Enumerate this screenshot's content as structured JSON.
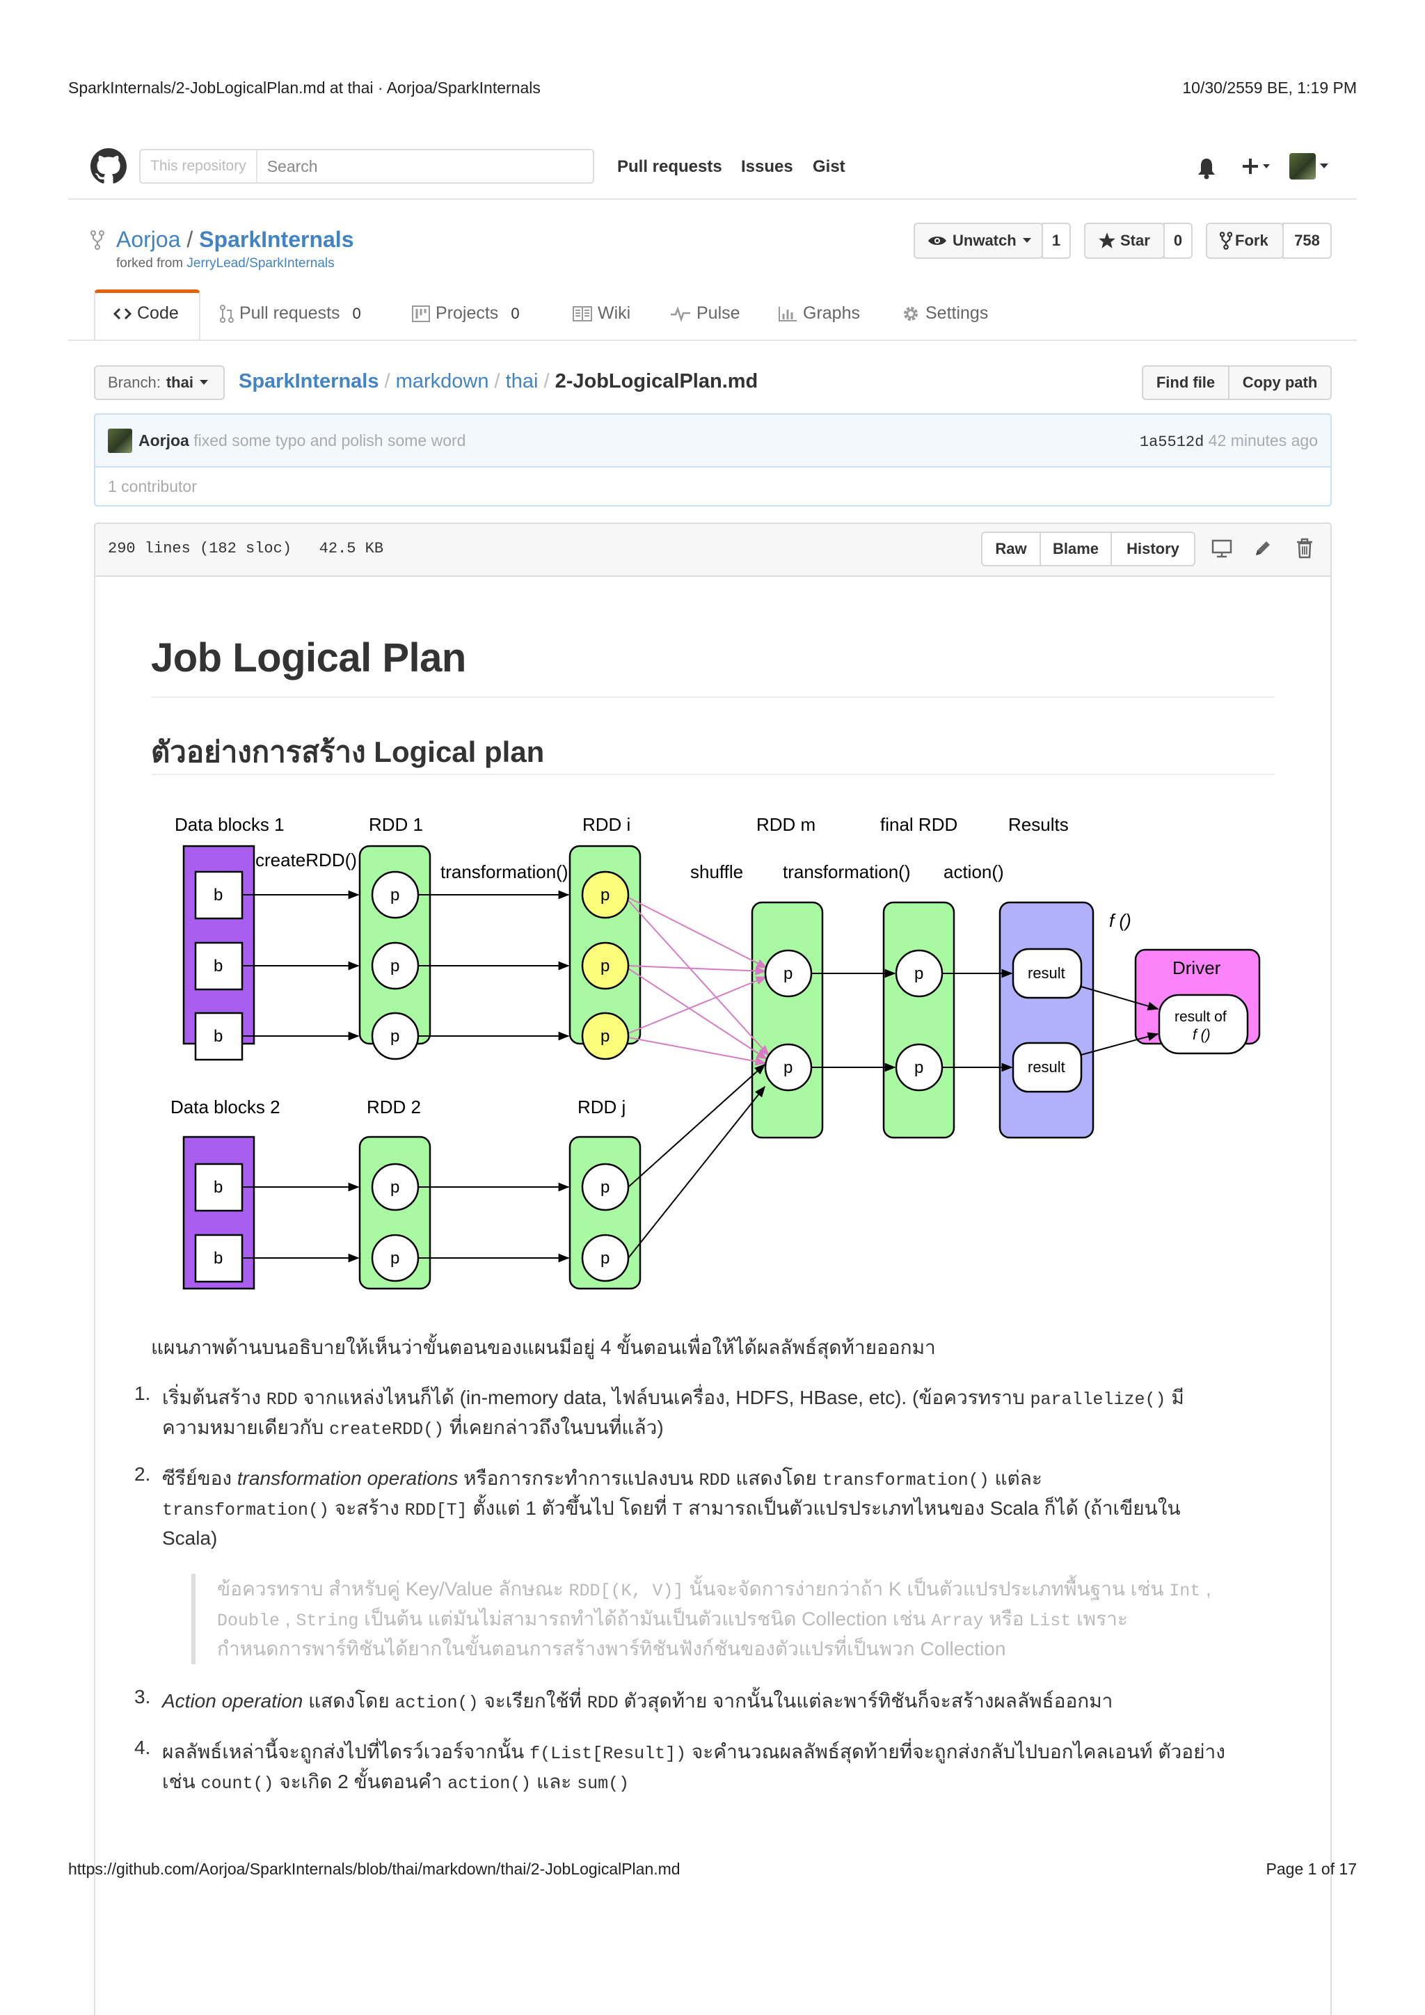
{
  "print_header": {
    "title": "SparkInternals/2-JobLogicalPlan.md at thai · Aorjoa/SparkInternals",
    "datetime": "10/30/2559 BE, 1:19 PM"
  },
  "print_footer": {
    "url": "https://github.com/Aorjoa/SparkInternals/blob/thai/markdown/thai/2-JobLogicalPlan.md",
    "page": "Page 1 of 17"
  },
  "header": {
    "scope_label": "This repository",
    "search_placeholder": "Search",
    "nav": [
      "Pull requests",
      "Issues",
      "Gist"
    ]
  },
  "repo": {
    "owner": "Aorjoa",
    "separator": "/",
    "name": "SparkInternals",
    "forked_prefix": "forked from",
    "forked_from": "JerryLead/SparkInternals",
    "watch_label": "Unwatch",
    "watch_count": "1",
    "star_label": "Star",
    "star_count": "0",
    "fork_label": "Fork",
    "fork_count": "758"
  },
  "tabs": {
    "code": "Code",
    "pull_requests": "Pull requests",
    "pull_requests_count": "0",
    "projects": "Projects",
    "projects_count": "0",
    "wiki": "Wiki",
    "pulse": "Pulse",
    "graphs": "Graphs",
    "settings": "Settings"
  },
  "file_nav": {
    "branch_prefix": "Branch:",
    "branch": "thai",
    "crumbs": [
      "SparkInternals",
      "markdown",
      "thai"
    ],
    "crumb_sep": "/",
    "file": "2-JobLogicalPlan.md",
    "find_file": "Find file",
    "copy_path": "Copy path"
  },
  "commit": {
    "author": "Aorjoa",
    "message": "fixed some typo and polish some word",
    "sha": "1a5512d",
    "time": "42 minutes ago",
    "contributors": "1 contributor"
  },
  "file_info": {
    "lines": "290 lines (182 sloc)",
    "size": "42.5 KB",
    "raw": "Raw",
    "blame": "Blame",
    "history": "History"
  },
  "doc": {
    "h1": "Job Logical Plan",
    "h2": "ตัวอย่างการสร้าง Logical plan",
    "intro": "แผนภาพด้านบนอธิบายให้เห็นว่าขั้นตอนของแผนมีอยู่ 4 ขั้นตอนเพื่อให้ได้ผลลัพธ์สุดท้ายออกมา",
    "list": {
      "n1": "1.",
      "n2": "2.",
      "n3": "3.",
      "n4": "4.",
      "i1_a": "เริ่มต้นสร้าง ",
      "i1_b": "RDD",
      "i1_c": " จากแหล่งไหนก็ได้ (in-memory data, ไฟล์บนเครื่อง, HDFS, HBase, etc). (ข้อควรทราบ ",
      "i1_d": "parallelize()",
      "i1_e": " มี",
      "i1_f": "ความหมายเดียวกับ ",
      "i1_g": "createRDD()",
      "i1_h": " ที่เคยกล่าวถึงในบนที่แล้ว)",
      "i2_a": "ซีรีย์ของ ",
      "i2_b": "transformation operations",
      "i2_c": " หรือการกระทำการแปลงบน ",
      "i2_d": "RDD",
      "i2_e": " แสดงโดย ",
      "i2_f": "transformation()",
      "i2_g": " แต่ละ",
      "i2_h": "transformation()",
      "i2_i": " จะสร้าง ",
      "i2_j": "RDD[T]",
      "i2_k": " ตั้งแต่ 1 ตัวขึ้นไป โดยที่ ",
      "i2_l": "T",
      "i2_m": " สามารถเป็นตัวแปรประเภทไหนของ Scala ก็ได้ (ถ้าเขียนใน",
      "i2_n": "Scala)",
      "q_a": "ข้อควรทราบ สำหรับคู่ Key/Value ลักษณะ ",
      "q_b": "RDD[(K, V)]",
      "q_c": " นั้นจะจัดการง่ายกว่าถ้า K เป็นตัวแปรประเภทพื้นฐาน เช่น ",
      "q_d": "Int",
      "q_e": " ,",
      "q_f": "Double",
      "q_g": " , ",
      "q_h": "String",
      "q_i": " เป็นต้น แต่มันไม่สามารถทำได้ถ้ามันเป็นตัวแปรชนิด Collection เช่น ",
      "q_j": "Array",
      "q_k": " หรือ ",
      "q_l": "List",
      "q_m": " เพราะ",
      "q_n": "กำหนดการพาร์ทิชันได้ยากในขั้นตอนการสร้างพาร์ทิชันฟังก์ชันของตัวแปรที่เป็นพวก Collection",
      "i3_a": "Action operation",
      "i3_b": " แสดงโดย ",
      "i3_c": "action()",
      "i3_d": " จะเรียกใช้ที่ ",
      "i3_e": "RDD",
      "i3_f": " ตัวสุดท้าย จากนั้นในแต่ละพาร์ทิชันก็จะสร้างผลลัพธ์ออกมา",
      "i4_a": "ผลลัพธ์เหล่านี้จะถูกส่งไปที่ไดรว์เวอร์จากนั้น ",
      "i4_b": "f(List[Result])",
      "i4_c": " จะคำนวณผลลัพธ์สุดท้ายที่จะถูกส่งกลับไปบอกไคลเอนท์ ตัวอย่าง",
      "i4_d": "เช่น ",
      "i4_e": "count()",
      "i4_f": " จะเกิด 2 ขั้นตอนคำ ",
      "i4_g": "action()",
      "i4_h": " และ ",
      "i4_i": "sum()"
    }
  },
  "diagram": {
    "data_blocks_1": "Data blocks 1",
    "data_blocks_2": "Data blocks 2",
    "rdd1": "RDD 1",
    "rdd2": "RDD 2",
    "rddi": "RDD i",
    "rddj": "RDD j",
    "rddm": "RDD m",
    "final_rdd": "final RDD",
    "results": "Results",
    "create_rdd": "createRDD()",
    "transformation": "transformation()",
    "shuffle": "shuffle",
    "transformation2": "transformation()",
    "action": "action()",
    "f": "f ()",
    "driver": "Driver",
    "result_of_1": "result of",
    "result_of_2": "f ()",
    "block": "b",
    "part": "p",
    "result": "result"
  },
  "colors": {
    "link": "#4183c4",
    "purple": "#a95ef0",
    "green": "#a9f9a2",
    "yellow": "#fafc7a",
    "lavender": "#b0b0fc",
    "pink": "#fb84fb",
    "shuffle_arrow": "#d87bc4"
  }
}
